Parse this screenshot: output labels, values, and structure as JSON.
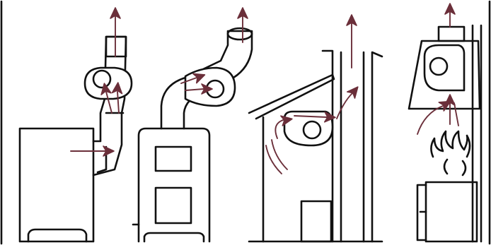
{
  "diagram": {
    "stroke_color": "#111111",
    "arrow_color": "#6b2f3a",
    "background": "#ffffff",
    "panels": [
      {
        "id": "panel-1",
        "description_icons": [
          "boiler-icon",
          "flue-pipe-icon",
          "draft-fan-icon",
          "airflow-arrow-icon"
        ]
      },
      {
        "id": "panel-2",
        "description_icons": [
          "stove-icon",
          "flue-pipe-icon",
          "draft-fan-icon",
          "airflow-arrow-icon"
        ]
      },
      {
        "id": "panel-3",
        "description_icons": [
          "fireplace-icon",
          "chimney-icon",
          "draft-fan-icon",
          "airflow-arrow-icon"
        ]
      },
      {
        "id": "panel-4",
        "description_icons": [
          "flame-icon",
          "chimney-cap-icon",
          "draft-fan-icon",
          "airflow-arrow-icon"
        ]
      }
    ]
  }
}
